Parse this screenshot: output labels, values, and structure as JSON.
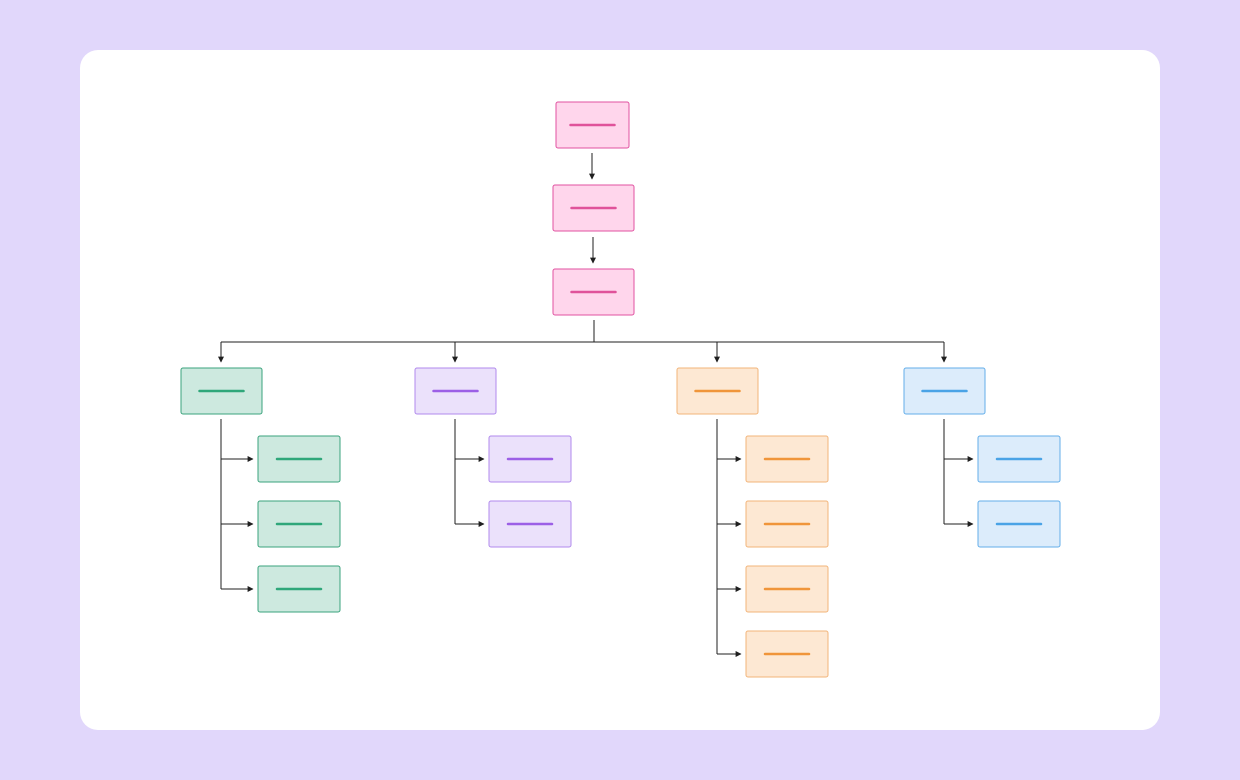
{
  "colors": {
    "background": "#e1d7fb",
    "card": "#ffffff",
    "connector": "#1f1f1f"
  },
  "palettes": {
    "pink": {
      "fill": "#ffd6ec",
      "stroke": "#e052a0",
      "bar": "#e0529a"
    },
    "green": {
      "fill": "#cde9df",
      "stroke": "#3aa37c",
      "bar": "#2fa77a"
    },
    "purple": {
      "fill": "#ebe1fb",
      "stroke": "#b089ec",
      "bar": "#9c5fe6"
    },
    "orange": {
      "fill": "#fde8d3",
      "stroke": "#f2b47a",
      "bar": "#f0953a"
    },
    "blue": {
      "fill": "#dcecfb",
      "stroke": "#63aeea",
      "bar": "#4aa3e6"
    }
  },
  "diagram": {
    "type": "hierarchy",
    "labels_visible": false,
    "chain": [
      {
        "id": "root",
        "palette": "pink"
      },
      {
        "id": "level-2",
        "palette": "pink"
      },
      {
        "id": "level-3",
        "palette": "pink"
      }
    ],
    "branches": [
      {
        "id": "branch-green",
        "palette": "green",
        "children": 3
      },
      {
        "id": "branch-purple",
        "palette": "purple",
        "children": 2
      },
      {
        "id": "branch-orange",
        "palette": "orange",
        "children": 4
      },
      {
        "id": "branch-blue",
        "palette": "blue",
        "children": 2
      }
    ]
  }
}
